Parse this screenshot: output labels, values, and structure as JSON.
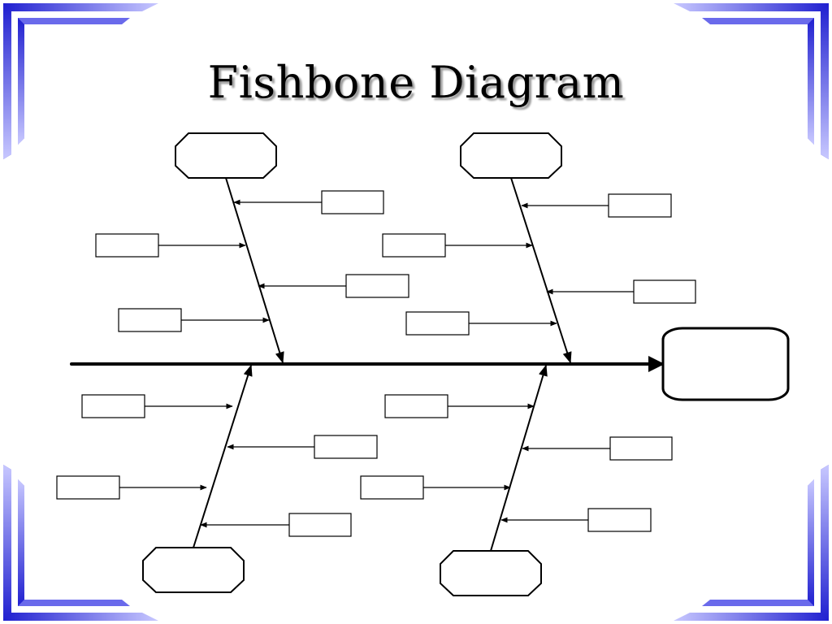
{
  "slide": {
    "title": "Fishbone Diagram"
  },
  "diagram": {
    "type": "fishbone",
    "category_boxes": 4,
    "cause_boxes": 16,
    "effect_box": 1,
    "labels": ""
  },
  "colors": {
    "frame_blue": "#2a2ad8",
    "frame_light": "#b8b8ff",
    "line": "#000000",
    "background": "#ffffff"
  }
}
